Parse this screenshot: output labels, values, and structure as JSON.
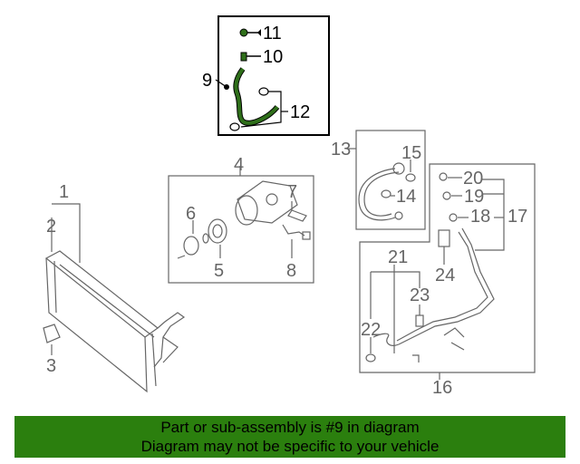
{
  "callouts": {
    "c1": "1",
    "c2": "2",
    "c3": "3",
    "c4": "4",
    "c5": "5",
    "c6": "6",
    "c7": "7",
    "c8": "8",
    "c9": "9",
    "c10": "10",
    "c11": "11",
    "c12": "12",
    "c13": "13",
    "c14": "14",
    "c15": "15",
    "c16": "16",
    "c17": "17",
    "c18": "18",
    "c19": "19",
    "c20": "20",
    "c21": "21",
    "c22": "22",
    "c23": "23",
    "c24": "24"
  },
  "footer": {
    "line1": "Part or sub-assembly is #9 in diagram",
    "line2": "Diagram may not be specific to your vehicle"
  },
  "colors": {
    "footer_bg": "#2b7f0e",
    "highlight_hose": "#2f6f1a",
    "line_art": "#666666"
  }
}
